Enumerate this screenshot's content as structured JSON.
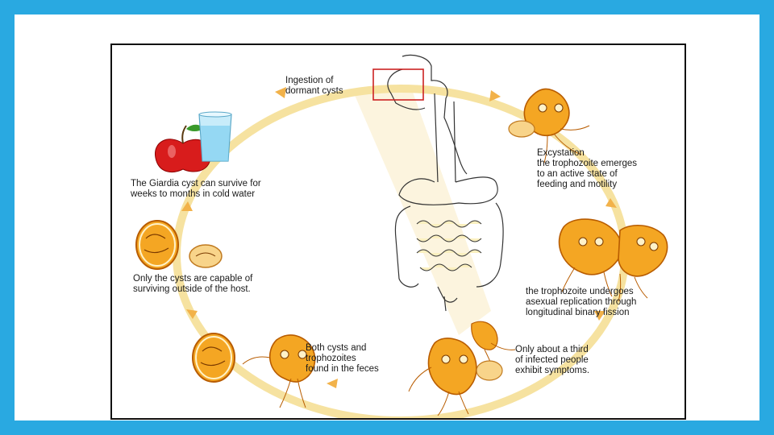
{
  "colors": {
    "background": "#29a9e1",
    "cycle_ring": "#f6e2a0",
    "cycle_arrow": "#f2b24a",
    "organism_fill": "#f4a623",
    "organism_outline": "#b85c00",
    "zoom_box": "#cc2222",
    "apple": "#d81c1c"
  },
  "icons": [
    "apple-icon",
    "water-glass-icon",
    "digestive-tract-icon",
    "cyst-icon",
    "trophozoite-icon"
  ],
  "labels": {
    "ingestion": [
      "Ingestion of",
      "dormant cysts"
    ],
    "excystation": [
      "Excystation",
      "the trophozoite emerges",
      "to an active state of",
      "feeding and motility"
    ],
    "replication": [
      "the trophozoite undergoes",
      "asexual replication through",
      "longitudinal binary fission"
    ],
    "symptoms": [
      "Only about a third",
      "of infected people",
      "exhibit symptoms."
    ],
    "feces": [
      "Both cysts and",
      "trophozoites",
      "found in the feces"
    ],
    "cysts_survive": [
      "Only the cysts are capable of",
      "surviving outside of the host."
    ],
    "water": [
      "The Giardia cyst can survive for",
      "weeks to months in cold water"
    ]
  }
}
